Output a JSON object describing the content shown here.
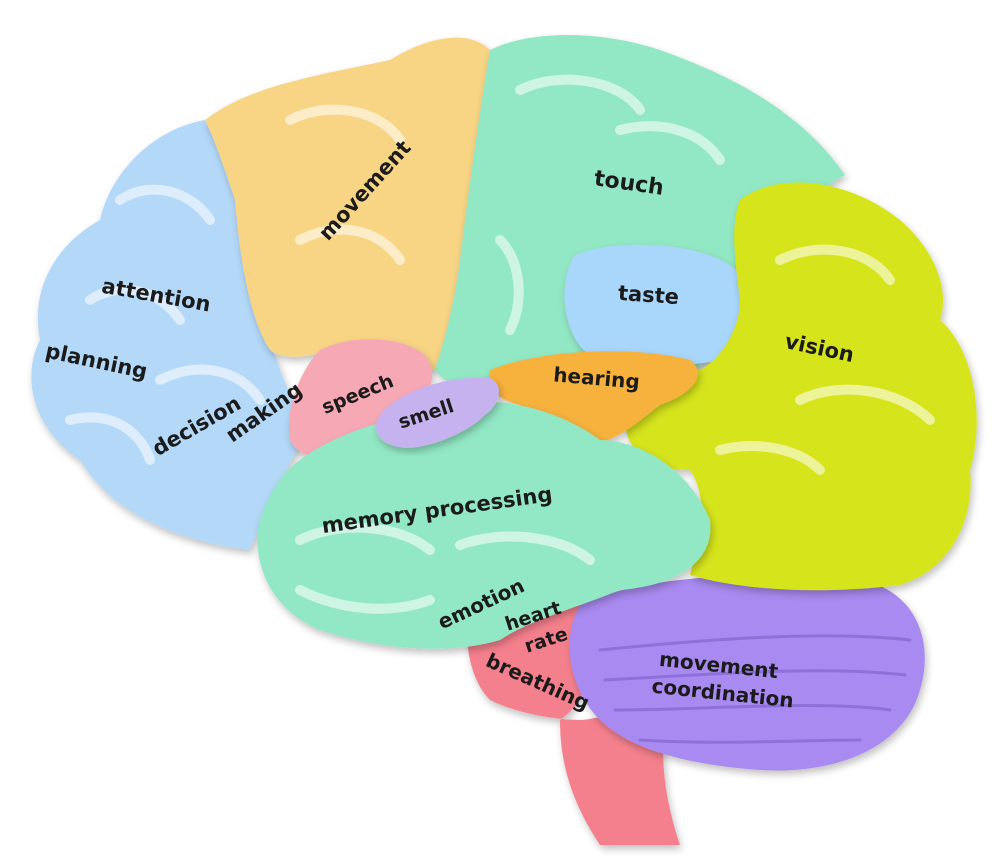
{
  "regions": {
    "frontal": {
      "color": "#b3d8f8",
      "labels": [
        "attention",
        "planning",
        "decision",
        "making"
      ]
    },
    "motor": {
      "color": "#f8d585",
      "labels": [
        "movement"
      ]
    },
    "parietal": {
      "color": "#92e8c4",
      "labels": [
        "touch"
      ]
    },
    "gustatory": {
      "color": "#a9d6fb",
      "labels": [
        "taste"
      ]
    },
    "occipital": {
      "color": "#d6e41c",
      "labels": [
        "vision"
      ]
    },
    "broca": {
      "color": "#f6a8b5",
      "labels": [
        "speech"
      ]
    },
    "olfactory": {
      "color": "#c7b2f0",
      "labels": [
        "smell"
      ]
    },
    "auditory": {
      "color": "#f7b13e",
      "labels": [
        "hearing"
      ]
    },
    "temporal": {
      "color": "#92e8c4",
      "labels": [
        "memory processing",
        "emotion"
      ]
    },
    "brainstem": {
      "color": "#f5808d",
      "labels": [
        "heart",
        "rate",
        "breathing"
      ]
    },
    "cerebellum": {
      "color": "#a98af0",
      "labels": [
        "movement",
        "coordination"
      ]
    }
  }
}
